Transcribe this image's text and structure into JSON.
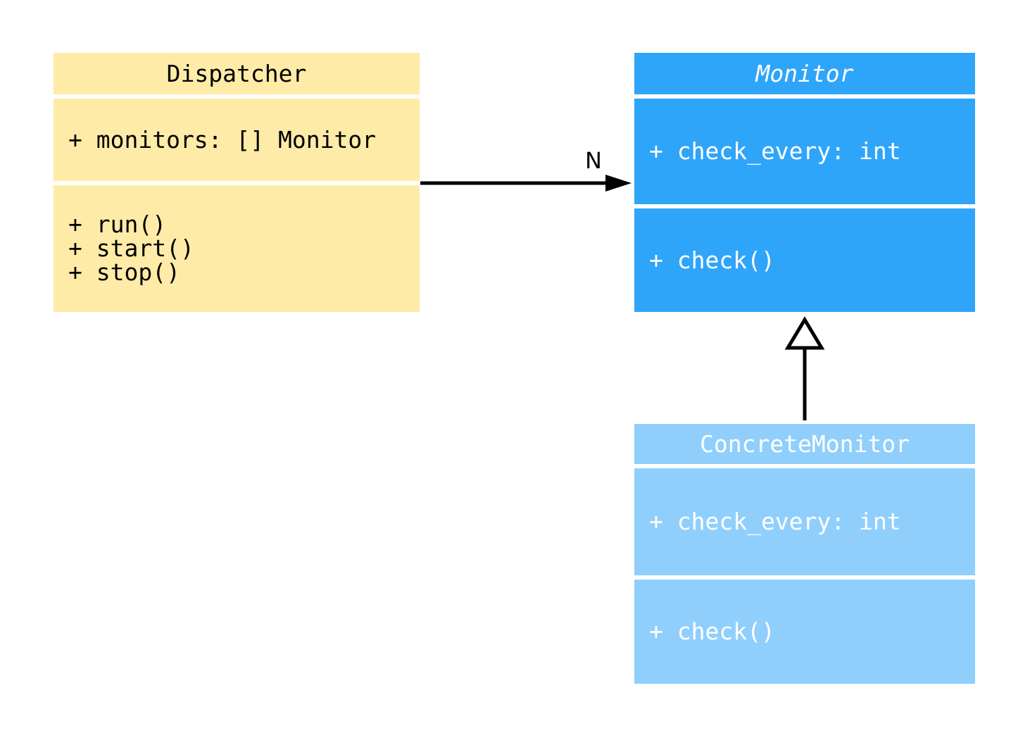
{
  "diagram": {
    "type": "uml-class-diagram",
    "classes": [
      {
        "name": "Dispatcher",
        "abstract": false,
        "attributes": [
          "+ monitors: [] Monitor"
        ],
        "methods": [
          "+ run()",
          "+ start()",
          "+ stop()"
        ],
        "fill_color": "#FFEBA8",
        "text_color": "#000000"
      },
      {
        "name": "Monitor",
        "abstract": true,
        "attributes": [
          "+ check_every: int"
        ],
        "methods": [
          "+ check()"
        ],
        "fill_color": "#2FA5FA",
        "text_color": "#FFFFFF"
      },
      {
        "name": "ConcreteMonitor",
        "abstract": false,
        "attributes": [
          "+ check_every: int"
        ],
        "methods": [
          "+ check()"
        ],
        "fill_color": "#90CFFC",
        "text_color": "#FFFFFF"
      }
    ],
    "relations": [
      {
        "type": "association",
        "from": "Dispatcher",
        "to": "Monitor",
        "label": "N"
      },
      {
        "type": "inheritance",
        "from": "ConcreteMonitor",
        "to": "Monitor"
      }
    ],
    "arrow_color": "#000000",
    "background_color": "#FFFFFF"
  }
}
